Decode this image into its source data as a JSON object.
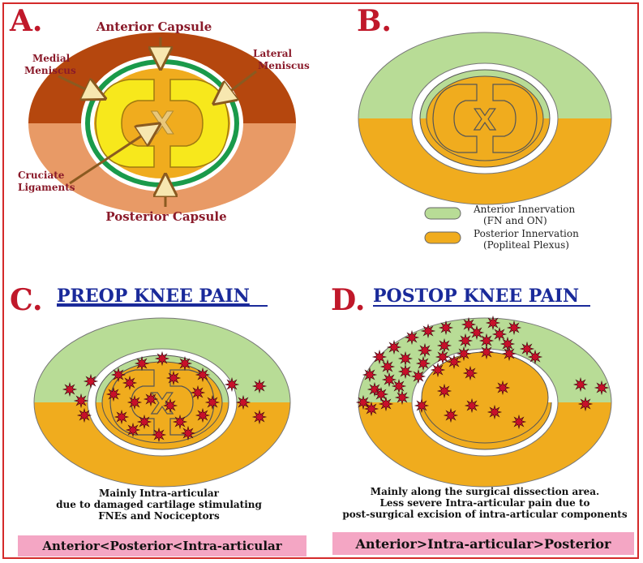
{
  "panels": {
    "a": {
      "letter": "A.",
      "labels": {
        "anterior_capsule": "Anterior Capsule",
        "posterior_capsule": "Posterior Capsule",
        "medial_meniscus_1": "Medial",
        "medial_meniscus_2": "Meniscus",
        "lateral_meniscus_1": "Lateral",
        "lateral_meniscus_2": "Meniscus",
        "cruciate_1": "Cruciate",
        "cruciate_2": "Ligaments"
      }
    },
    "b": {
      "letter": "B.",
      "legend": [
        {
          "line1": "Anterior Innervation",
          "line2": "(FN and ON)",
          "color": "#b8dc96"
        },
        {
          "line1": "Posterior Innervation",
          "line2": "(Popliteal Plexus)",
          "color": "#f0ac1e"
        }
      ]
    },
    "c": {
      "letter": "C.",
      "title": "PREOP KNEE PAIN",
      "caption": [
        "Mainly Intra-articular",
        "due to damaged cartilage stimulating",
        "FNEs and Nociceptors"
      ],
      "box": "Anterior<Posterior<Intra-articular"
    },
    "d": {
      "letter": "D.",
      "title": "POSTOP KNEE PAIN",
      "caption": [
        "Mainly along the surgical dissection area.",
        "Less severe Intra-articular pain due to",
        "post-surgical excision of intra-articular components"
      ],
      "box": "Anterior>Intra-articular>Posterior"
    }
  },
  "colors": {
    "anterior_capsule_a": "#b5470e",
    "posterior_capsule_a": "#e89a66",
    "anterior_innervation": "#b8dc96",
    "posterior_innervation": "#f0ac1e",
    "meniscus_green": "#1a9a4a",
    "cartilage_yellow": "#f7e81c",
    "pain_star": "#c8102a",
    "box_pink": "#f4a6c4",
    "panel_letter": "#c0182a",
    "title_blue": "#1a2a9a"
  }
}
